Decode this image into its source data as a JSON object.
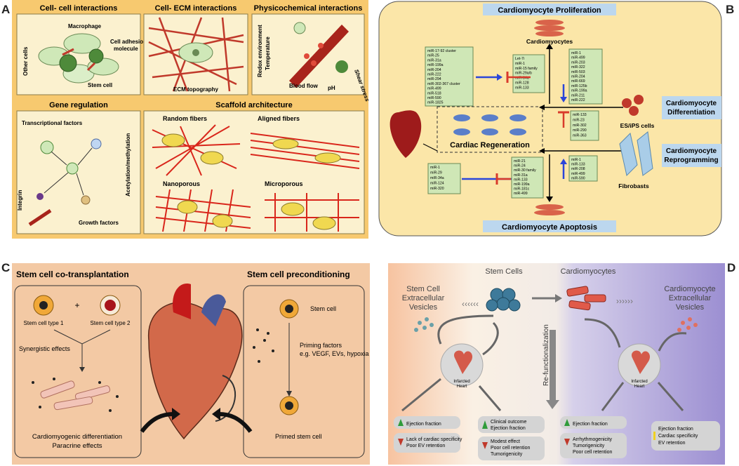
{
  "panels": {
    "a": "A",
    "b": "B",
    "c": "C",
    "d": "D"
  },
  "a": {
    "cell_cell": "Cell- cell interactions",
    "cell_ecm": "Cell- ECM interactions",
    "physchem": "Physicochemical interactions",
    "macrophage": "Macrophage",
    "other_cells": "Other cells",
    "adhesion1": "Cell adhesion",
    "adhesion2": "molecule",
    "stem_cell": "Stem cell",
    "ecm_topo": "ECM topography",
    "redox": "Redox environment",
    "temperature": "Temperature",
    "shear": "Shear stress",
    "blood_flow": "Blood flow",
    "ph": "pH",
    "gene_reg": "Gene regulation",
    "transcription": "Transcriptional factors",
    "integrin": "Integrin",
    "acetylation": "Acetylation/methylation",
    "growth": "Growth factors",
    "scaffold": "Scaffold architecture",
    "random": "Random fibers",
    "aligned": "Aligned fibers",
    "nanoporous": "Nanoporous",
    "microporous": "Microporous"
  },
  "b": {
    "proliferation": "Cardiomyocyte Proliferation",
    "cardiomyocytes": "Cardiomyocytes",
    "regeneration": "Cardiac Regeneration",
    "apoptosis": "Cardiomyocyte Apoptosis",
    "differentiation1": "Cardiomyocyte",
    "differentiation2": "Differentiation",
    "reprogramming1": "Cardiomyocyte",
    "reprogramming2": "Reprogramming",
    "es_ips": "ES/iPS cells",
    "fibroblasts": "Fibrobasts",
    "list_prolif_pos": [
      "miR-17-92 cluster",
      "miR-25",
      "miR-31a",
      "miR-199a",
      "miR-204",
      "miR-222",
      "miR-294",
      "miR-302-367 cluster",
      "miR-499",
      "miR-518",
      "miR-590",
      "miR-1825"
    ],
    "list_prolif_neg": [
      "Let-7i",
      "miR-1",
      "miR-15 family",
      "miR-29a/b",
      "miR-34a",
      "miR-128",
      "miR-133"
    ],
    "list_diff_pos": [
      "miR-1",
      "miR-499",
      "miR-203",
      "miR-322",
      "miR-503",
      "miR-204",
      "miR-669",
      "miR-125b",
      "miR-199a",
      "miR-211",
      "miR-222"
    ],
    "list_diff_neg": [
      "miR-133",
      "miR-23",
      "miR-302",
      "miR-290",
      "miR-363"
    ],
    "list_repro": [
      "miR-1",
      "miR-133",
      "miR-208",
      "miR-499",
      "miR-590"
    ],
    "list_apop_left": [
      "miR-1",
      "miR-29",
      "miR-34a",
      "miR-124",
      "miR-320"
    ],
    "list_apop_right": [
      "miR-21",
      "miR-24",
      "miR-30 family",
      "miR-31a",
      "miR-133",
      "miR-199a",
      "miR-181c",
      "miR-499"
    ]
  },
  "c": {
    "cotrans": "Stem cell co-transplantation",
    "precond": "Stem cell preconditioning",
    "type1": "Stem cell type 1",
    "type2": "Stem cell type 2",
    "plus": "+",
    "synergistic": "Synergistic effects",
    "cardiomyogenic": "Cardiomyogenic differentiation",
    "paracrine": "Paracrine effects",
    "stem_cell": "Stem cell",
    "priming1": "Priming factors",
    "priming2": "e.g. VEGF, EVs, hypoxia",
    "primed": "Primed stem cell"
  },
  "d": {
    "sc_ev1": "Stem Cell",
    "sc_ev2": "Extracellular",
    "sc_ev3": "Vesicles",
    "stem_cells": "Stem Cells",
    "cardiomyocytes": "Cardiomyocytes",
    "cm_ev1": "Cardiomyocyte",
    "cm_ev2": "Extracellular",
    "cm_ev3": "Vesicles",
    "refunc": "Re-functionalization",
    "infarcted1": "Infarcted",
    "infarcted2": "Heart",
    "box1_up": "Ejection fraction",
    "box1_down1": "Lack of cardiac specificity",
    "box1_down2": "Poor EV retention",
    "box2_up1": "Clinical outcome",
    "box2_up2": "Ejection fraction",
    "box2_down1": "Modest effect",
    "box2_down2": "Poor cell retention",
    "box2_down3": "Tumorigenicity",
    "box3_up": "Ejection fraction",
    "box3_down1": "Arrhythmogenicity",
    "box3_down2": "Tumorigenicity",
    "box3_down3": "Poor cell retention",
    "box4_1": "Ejection fraction",
    "box4_2": "Cardiac specificity",
    "box4_3": "EV retention"
  },
  "colors": {
    "panel_a_bg": "#f7c96f",
    "panel_b_bg": "#fbe6a8",
    "panel_c_bg": "#f3c9a4",
    "mirna_box": "#cfe7b6",
    "title_box": "#bcd7ee",
    "up_arrow": "#2f9c3a",
    "down_arrow": "#c0392b",
    "inhibit": "#d93a2b",
    "activate": "#2b46d9"
  }
}
